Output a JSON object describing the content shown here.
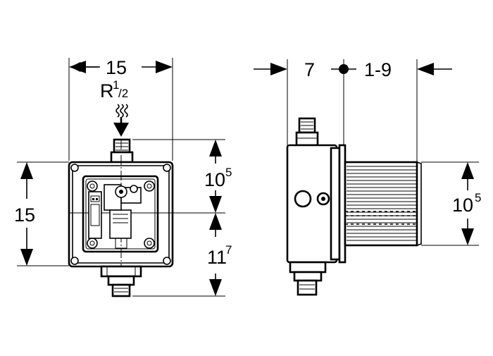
{
  "front_view": {
    "width_dim": "15",
    "connection_label": "R",
    "connection_sup": "1",
    "connection_sub": "/2",
    "height_dim": "15",
    "upper_dim": "10",
    "upper_dim_sup": "5",
    "lower_dim": "11",
    "lower_dim_sup": "7"
  },
  "side_view": {
    "depth_dim": "7",
    "adjust_dim": "1-9",
    "height_dim": "10",
    "height_dim_sup": "5"
  }
}
